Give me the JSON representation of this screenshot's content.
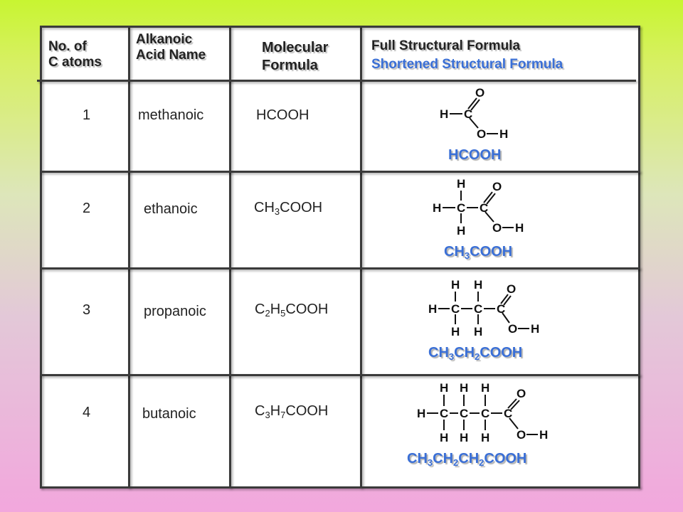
{
  "headers": {
    "carbon_count": [
      "No. of",
      "C atoms"
    ],
    "acid_name": [
      "Alkanoic",
      "Acid Name"
    ],
    "molecular_formula": [
      "Molecular",
      "Formula"
    ],
    "structural_full": "Full Structural Formula",
    "structural_short": "Shortened Structural Formula"
  },
  "rows": [
    {
      "carbons": "1",
      "name": "methanoic",
      "formula_parts": [
        "HCOOH"
      ],
      "short_parts": [
        "HCOOH"
      ]
    },
    {
      "carbons": "2",
      "name": "ethanoic",
      "formula_parts": [
        "CH",
        "3",
        "COOH"
      ],
      "short_parts": [
        "CH",
        "3",
        "COOH"
      ]
    },
    {
      "carbons": "3",
      "name": "propanoic",
      "formula_parts": [
        "C",
        "2",
        "H",
        "5",
        "COOH"
      ],
      "short_parts": [
        "CH",
        "3",
        "CH",
        "2",
        "COOH"
      ]
    },
    {
      "carbons": "4",
      "name": "butanoic",
      "formula_parts": [
        "C",
        "3",
        "H",
        "7",
        "COOH"
      ],
      "short_parts": [
        "CH",
        "3",
        "CH",
        "2",
        "CH",
        "2",
        "COOH"
      ]
    }
  ],
  "atoms": {
    "hydrogen": "H",
    "carbon": "C",
    "oxygen": "O"
  }
}
